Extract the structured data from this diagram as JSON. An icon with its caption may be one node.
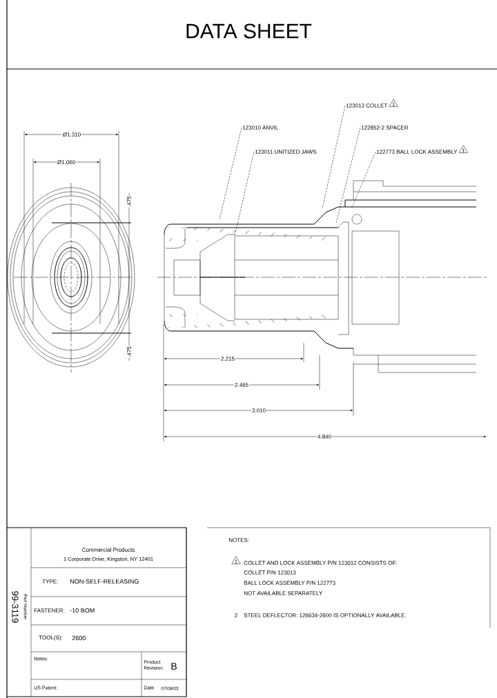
{
  "diagram": {
    "title": "DATA SHEET",
    "nodes": [
      {
        "text": [
          "123010 ANVIL"
        ]
      },
      {
        "text": [
          "123011 UNITIZED JAWS"
        ]
      },
      {
        "text": [
          "123013 COLLET"
        ],
        "beside": [
          "1"
        ]
      },
      {
        "text": [
          "122852-2 SPACER"
        ]
      },
      {
        "text": [
          "122773 BALL LOCK ASSEMBLY"
        ],
        "beside": [
          "1"
        ]
      }
    ],
    "edges": [
      {
        "from": 0,
        "to": null,
        "arrow": "none",
        "style": "dashed"
      },
      {
        "from": 1,
        "to": null,
        "arrow": "none",
        "style": "dashed"
      },
      {
        "from": 2,
        "to": null,
        "arrow": "none",
        "style": "dashed"
      },
      {
        "from": 3,
        "to": null,
        "arrow": "none",
        "style": "dashed"
      },
      {
        "from": 4,
        "to": null,
        "arrow": "none",
        "style": "dashed"
      }
    ],
    "labels": [
      "Ø1.310",
      "Ø1.060",
      ".475",
      ".475",
      "2.215",
      "2.465",
      "3.010",
      "4.840",
      "99-3119",
      "Part Number",
      "Commercial Products",
      "1 Corporate Drive, Kingston, NY 12401",
      "TYPE:",
      "NON-SELF-RELEASING",
      "FASTENER:",
      "-10 BOM",
      "TOOL(S):",
      "2600",
      "Notes:",
      "Product Revision:",
      "B",
      "US Patent:",
      "Date",
      "07/09/03",
      "NOTES:",
      "1",
      "COLLET AND LOCK ASSEMBLY P/N 123012 CONSISTS OF:",
      "COLLET P/N 123013",
      "BALL LOCK ASSEMBLY P/N 122773",
      "NOT AVAILABLE SEPARATELY",
      "2",
      "STEEL DEFLECTOR: 126634-2600 IS OPTIONALLY AVAILABLE."
    ]
  }
}
